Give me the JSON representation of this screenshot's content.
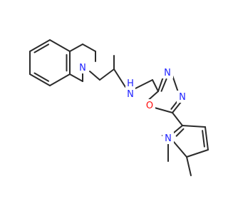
{
  "molecule": {
    "atoms": {
      "n_isoquinoline": "N",
      "nh_amine": "H",
      "n_amine": "N",
      "n_oxadiazole_3": "N",
      "n_oxadiazole_4": "N",
      "o_oxadiazole": "O",
      "n_pyrrole": "N"
    },
    "colors": {
      "bond": "#2b2b2b",
      "nitrogen": "#1f22ff",
      "oxygen": "#ff0d0d",
      "background": "#ffffff"
    }
  }
}
